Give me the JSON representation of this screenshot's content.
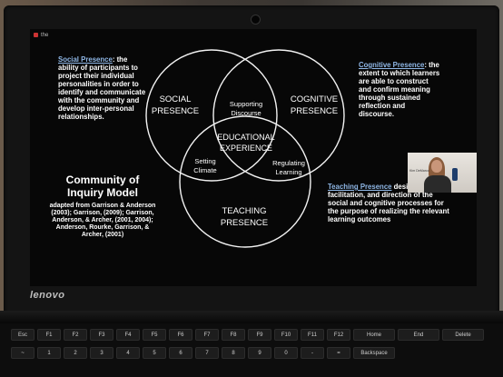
{
  "zoom_tag": "the",
  "brand": "lenovo",
  "slide": {
    "social": {
      "term": "Social Presence",
      "definition": ": the ability of participants to project their individual personalities in order to identify and communicate with the community and develop inter-personal relationships."
    },
    "cognitive": {
      "term": "Cognitive Presence",
      "definition": ": the extent to which learners are able to construct and confirm meaning through sustained reflection and discourse."
    },
    "teaching": {
      "term": "Teaching Presence",
      "definition": " design, facilitation, and direction of the social and cognitive processes for the purpose of realizing the relevant learning outcomes"
    },
    "model": {
      "title": "Community of Inquiry Model",
      "sources": "adapted from Garrison & Anderson (2003); Garrison, (2009); Garrison, Anderson, & Archer, (2001, 2004); Anderson, Rourke, Garrison, & Archer, (2001)"
    },
    "venn": {
      "social_l1": "SOCIAL",
      "social_l2": "PRESENCE",
      "cognitive_l1": "COGNITIVE",
      "cognitive_l2": "PRESENCE",
      "teaching_l1": "TEACHING",
      "teaching_l2": "PRESENCE",
      "center_l1": "EDUCATIONAL",
      "center_l2": "EXPERIENCE",
      "supporting_l1": "Supporting",
      "supporting_l2": "Discourse",
      "setting_l1": "Setting",
      "setting_l2": "Climate",
      "regulating_l1": "Regulating",
      "regulating_l2": "Learning"
    }
  },
  "webcam": {
    "name": "Kim DeMarco"
  },
  "keyboard": {
    "row1": [
      "Esc",
      "F1",
      "F2",
      "F3",
      "F4",
      "F5",
      "F6",
      "F7",
      "F8",
      "F9",
      "F10",
      "F11",
      "F12",
      "Home",
      "End",
      "Delete"
    ],
    "row2": [
      "~",
      "1",
      "2",
      "3",
      "4",
      "5",
      "6",
      "7",
      "8",
      "9",
      "0",
      "-",
      "=",
      "Backspace"
    ]
  }
}
